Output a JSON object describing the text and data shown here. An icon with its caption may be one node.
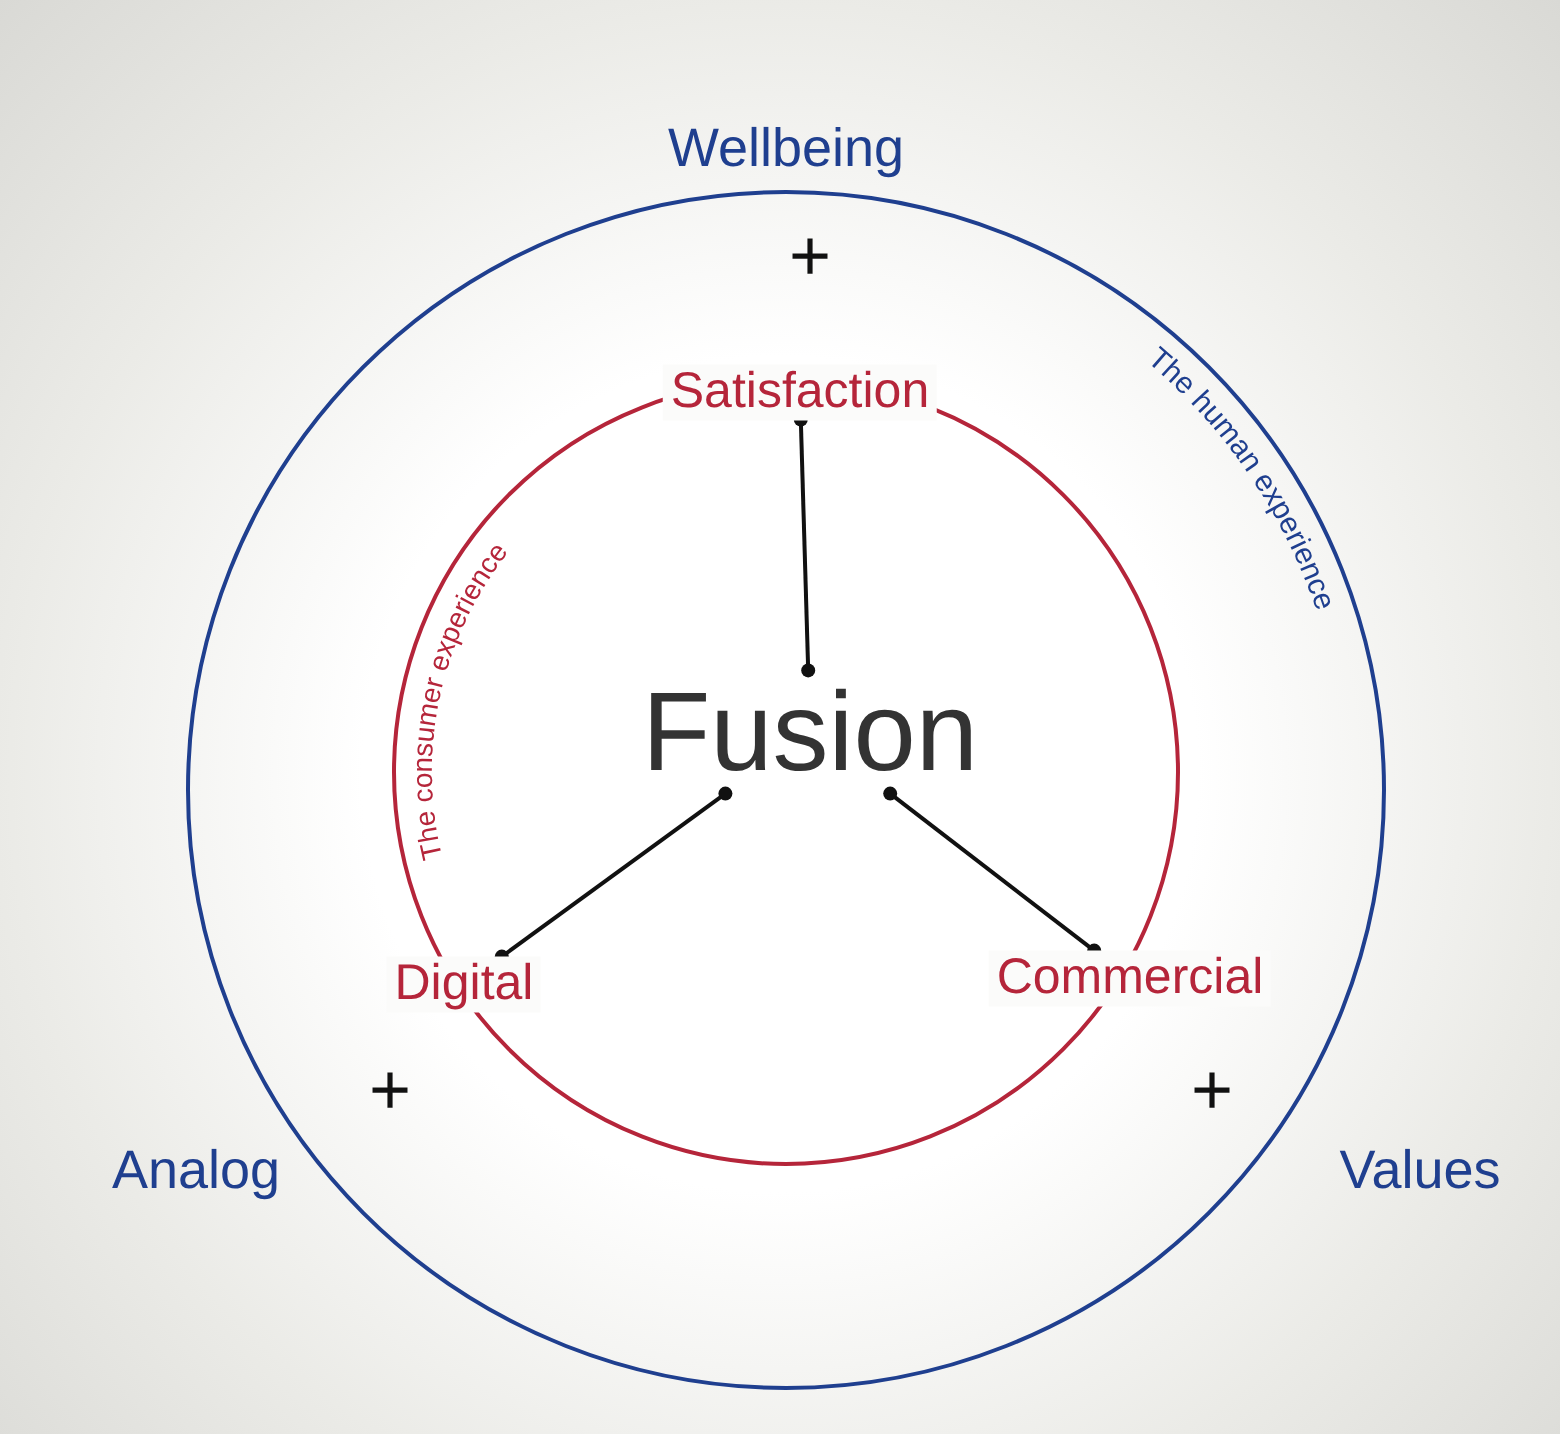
{
  "diagram": {
    "nodes": [
      {
        "text": [
          "The human experience"
        ]
      },
      {
        "text": [
          "The consumer experience"
        ],
        "in": 0
      },
      {
        "text": [
          "Satisfaction"
        ],
        "in": 1
      },
      {
        "text": [
          "Fusion"
        ],
        "in": 1
      },
      {
        "text": [
          "Digital"
        ],
        "in": 1
      },
      {
        "text": [
          "Commercial"
        ],
        "in": 1
      }
    ],
    "edges": [
      {
        "from": 3,
        "to": 2,
        "arrow": "other"
      },
      {
        "from": 3,
        "to": 4,
        "arrow": "other"
      },
      {
        "from": 3,
        "to": 5,
        "arrow": "other"
      }
    ],
    "labels": [
      "Wellbeing",
      "+",
      "+",
      "+",
      "Analog",
      "Values"
    ]
  }
}
